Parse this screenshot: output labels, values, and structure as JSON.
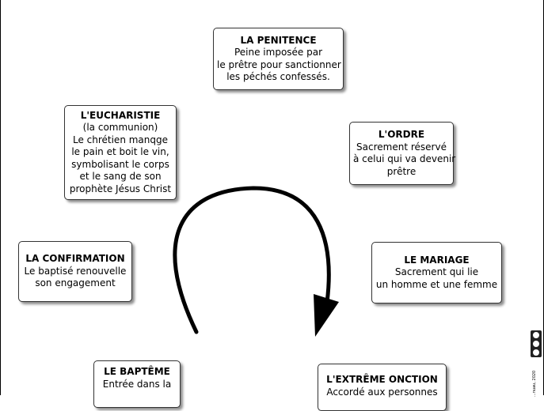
{
  "sacraments": {
    "penitence": {
      "title": "LA PENITENCE",
      "lines": [
        "Peine imposée par",
        "le prêtre pour sanctionner",
        "les péchés confessés."
      ]
    },
    "ordre": {
      "title": "L'ORDRE",
      "lines": [
        "Sacrement réservé",
        "à celui qui va devenir",
        "prêtre"
      ]
    },
    "mariage": {
      "title": "LE MARIAGE",
      "lines": [
        "Sacrement qui lie",
        "un homme et une femme"
      ]
    },
    "extreme_onction": {
      "title": "L'EXTRÊME ONCTION",
      "lines": [
        "Accordé aux personnes"
      ]
    },
    "bapteme": {
      "title": "LE BAPTÊME",
      "lines": [
        "Entrée dans la"
      ]
    },
    "confirmation": {
      "title": "LA CONFIRMATION",
      "lines": [
        "Le baptisé renouvelle",
        "son engagement"
      ]
    },
    "eucharistie": {
      "title": "L'EUCHARISTIE",
      "lines": [
        "(la communion)",
        "Le chrétien manqge",
        "le pain et boit le vin,",
        "symbolisant le corps",
        "et le sang de son",
        "prophète Jésus Christ"
      ]
    }
  },
  "license": {
    "badge_icon": "creative-commons-icon",
    "credit": "...nuau, 2020"
  }
}
